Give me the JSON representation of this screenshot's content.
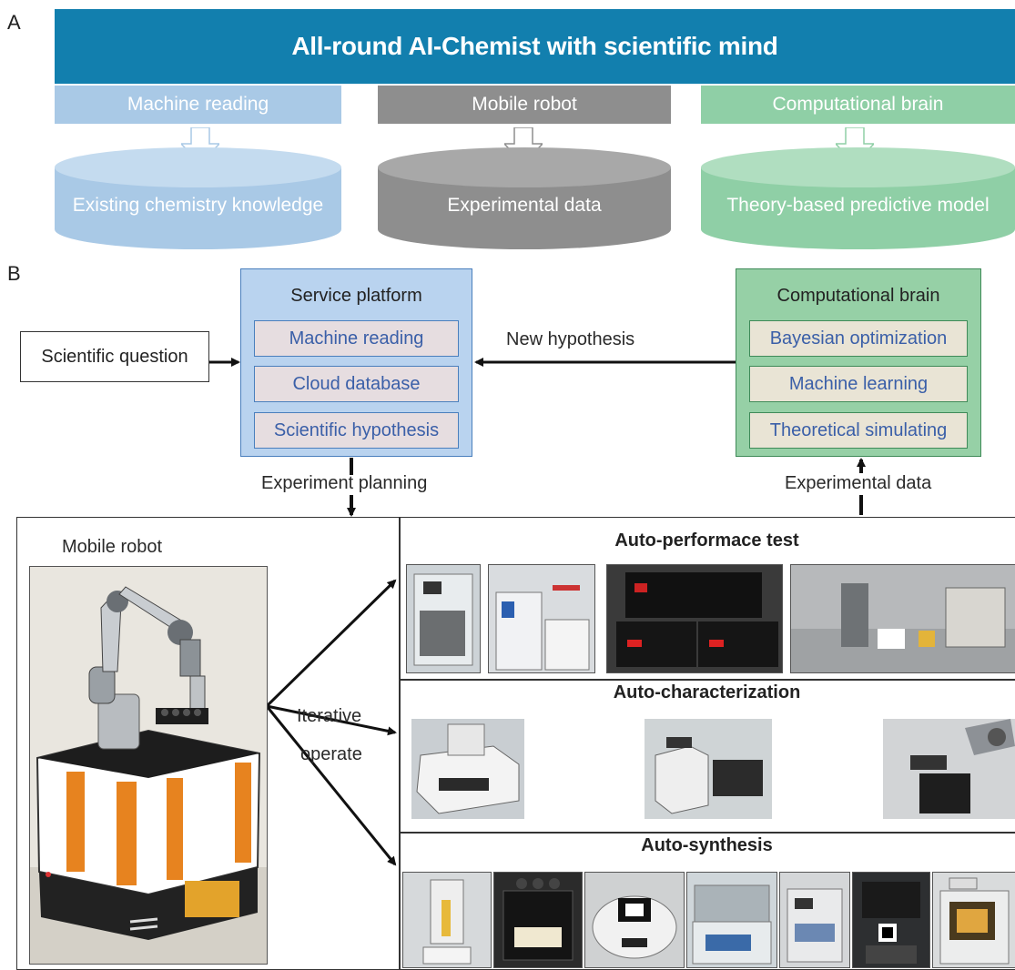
{
  "panel_a": {
    "letter": "A",
    "banner_title": "All-round AI-Chemist with scientific mind",
    "columns": [
      {
        "header": "Machine reading",
        "cylinder": "Existing chemistry knowledge",
        "color": "#a9c9e6"
      },
      {
        "header": "Mobile robot",
        "cylinder": "Experimental data",
        "color": "#8e8e8e"
      },
      {
        "header": "Computational brain",
        "cylinder": "Theory-based predictive model",
        "color": "#8fcfa6"
      }
    ]
  },
  "panel_b": {
    "letter": "B",
    "question": "Scientific question",
    "service_platform": {
      "title": "Service platform",
      "items": [
        "Machine reading",
        "Cloud database",
        "Scientific hypothesis"
      ]
    },
    "computational_brain": {
      "title": "Computational brain",
      "items": [
        "Bayesian optimization",
        "Machine learning",
        "Theoretical simulating"
      ]
    },
    "arrows": {
      "new_hypothesis": "New hypothesis",
      "experiment_planning": "Experiment planning",
      "experimental_data": "Experimental data",
      "iterative_line1": "Iterative",
      "iterative_line2": "operate"
    },
    "mobile_robot_label": "Mobile robot",
    "sections": {
      "performance": "Auto-performace test",
      "characterization": "Auto-characterization",
      "synthesis": "Auto-synthesis"
    }
  },
  "colors": {
    "banner": "#127fae",
    "blue": "#a9c9e6",
    "gray": "#8e8e8e",
    "green": "#8fcfa6",
    "platform_fill": "#b9d3ef",
    "brain_fill": "#96d0a6",
    "inner_text": "#3a5fa8"
  }
}
